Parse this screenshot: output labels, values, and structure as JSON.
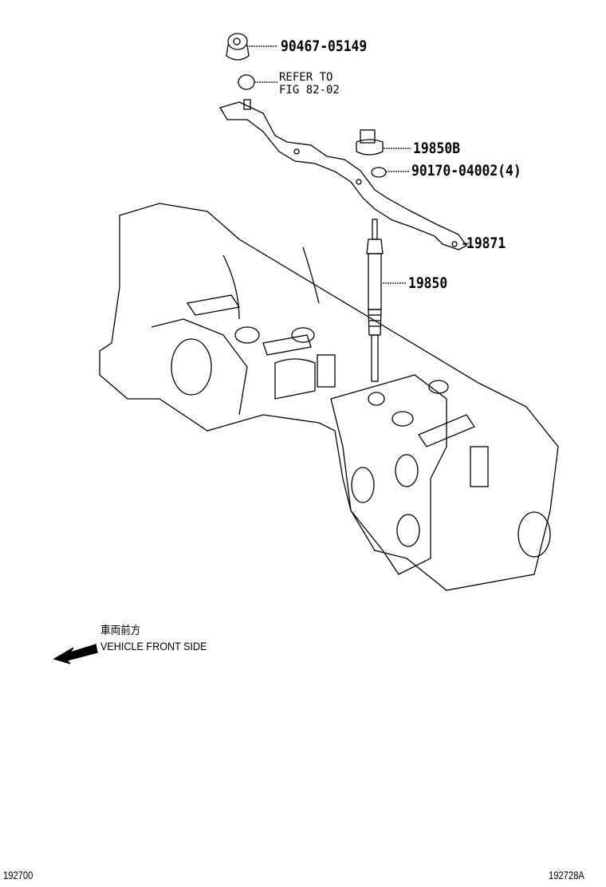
{
  "parts": [
    {
      "id": "nut-top",
      "label": "90467-05149"
    },
    {
      "id": "connector",
      "label": "19850B"
    },
    {
      "id": "nut",
      "label": "90170-04002(4)"
    },
    {
      "id": "bus-bar",
      "label": "19871"
    },
    {
      "id": "glow-plug",
      "label": "19850"
    }
  ],
  "reference": {
    "line1": "REFER TO",
    "line2": "FIG 82-02"
  },
  "direction": {
    "japanese": "車両前方",
    "english": "VEHICLE FRONT SIDE",
    "icon": "arrow-left-icon"
  },
  "footer": {
    "left_code": "192700",
    "right_code": "192728A"
  }
}
